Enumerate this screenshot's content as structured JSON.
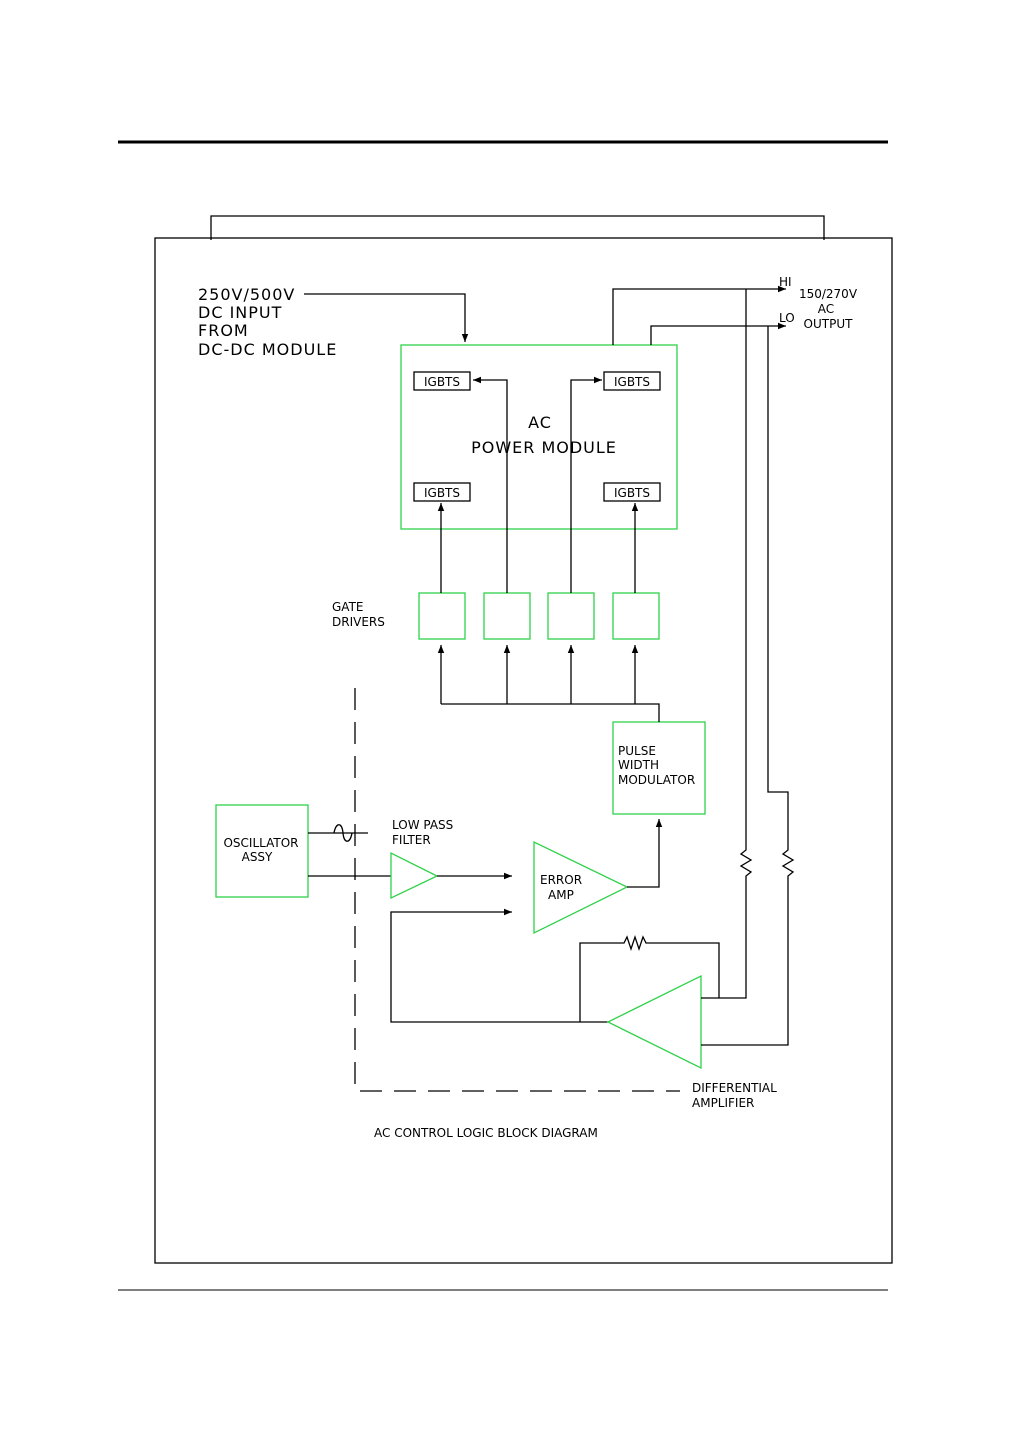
{
  "dc_input": {
    "line1": "250V/500V",
    "line2": "DC  INPUT",
    "line3": "FROM",
    "line4": "DC-DC  MODULE"
  },
  "output": {
    "hi": "HI",
    "lo": "LO",
    "line1": "150/270V",
    "line2": "AC",
    "line3": "OUTPUT"
  },
  "power_module": {
    "line1": "AC",
    "line2": "POWER  MODULE",
    "igbt_top_left": "IGBTS",
    "igbt_top_right": "IGBTS",
    "igbt_bottom_left": "IGBTS",
    "igbt_bottom_right": "IGBTS"
  },
  "gate_drivers": {
    "line1": "GATE",
    "line2": "DRIVERS"
  },
  "pwm": {
    "line1": "PULSE",
    "line2": "WIDTH",
    "line3": "MODULATOR"
  },
  "oscillator": {
    "line1": "OSCILLATOR",
    "line2": "ASSY"
  },
  "low_pass_filter": {
    "line1": "LOW  PASS",
    "line2": "FILTER"
  },
  "error_amp": {
    "line1": "ERROR",
    "line2": "AMP"
  },
  "diff_amp": {
    "line1": "DIFFERENTIAL",
    "line2": "AMPLIFIER"
  },
  "caption": "AC  CONTROL  LOGIC  BLOCK  DIAGRAM"
}
